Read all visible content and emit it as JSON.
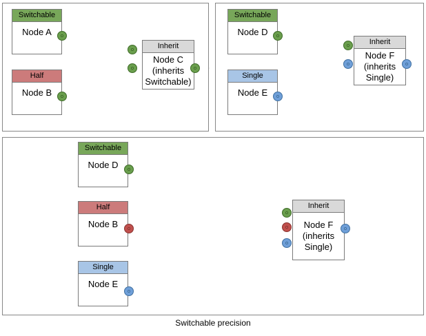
{
  "diagram": {
    "caption": "Switchable precision",
    "colors": {
      "switchable": "#78a75a",
      "half": "#cc7b7b",
      "single": "#a8c5e6",
      "inherit": "#d9d9d9",
      "port_green": "#6a9e4d",
      "port_red": "#c0504d",
      "port_blue": "#6f9fd8",
      "panel_border": "#868686",
      "node_border": "#7a7a7a",
      "edge": "#5a5a5a"
    },
    "panels": [
      {
        "id": "panel-top-left",
        "nodes": [
          {
            "id": "node-a",
            "header": "Switchable",
            "header_type": "switchable",
            "body": "Node A"
          },
          {
            "id": "node-b",
            "header": "Half",
            "header_type": "half",
            "body": "Node B"
          },
          {
            "id": "node-c",
            "header": "Inherit",
            "header_type": "inherit",
            "body": "Node C\n(inherits\nSwitchable)"
          }
        ],
        "edges": [
          {
            "from": "node-a",
            "to": "node-c",
            "port_color": "green"
          },
          {
            "from": "node-b",
            "to": "node-c",
            "port_color": "green"
          }
        ]
      },
      {
        "id": "panel-top-right",
        "nodes": [
          {
            "id": "node-d",
            "header": "Switchable",
            "header_type": "switchable",
            "body": "Node D"
          },
          {
            "id": "node-e",
            "header": "Single",
            "header_type": "single",
            "body": "Node E"
          },
          {
            "id": "node-f",
            "header": "Inherit",
            "header_type": "inherit",
            "body": "Node F\n(inherits\nSingle)"
          }
        ],
        "edges": [
          {
            "from": "node-d",
            "to": "node-f",
            "port_color": "green"
          },
          {
            "from": "node-e",
            "to": "node-f",
            "port_color": "blue"
          }
        ]
      },
      {
        "id": "panel-bottom",
        "nodes": [
          {
            "id": "node-d2",
            "header": "Switchable",
            "header_type": "switchable",
            "body": "Node D"
          },
          {
            "id": "node-b2",
            "header": "Half",
            "header_type": "half",
            "body": "Node B"
          },
          {
            "id": "node-e2",
            "header": "Single",
            "header_type": "single",
            "body": "Node E"
          },
          {
            "id": "node-f2",
            "header": "Inherit",
            "header_type": "inherit",
            "body": "Node F\n(inherits\nSingle)"
          }
        ],
        "edges": [
          {
            "from": "node-d2",
            "to": "node-f2",
            "port_color": "green"
          },
          {
            "from": "node-b2",
            "to": "node-f2",
            "port_color": "red"
          },
          {
            "from": "node-e2",
            "to": "node-f2",
            "port_color": "blue"
          }
        ]
      }
    ],
    "labels": {
      "node_a": "Node A",
      "node_b": "Node B",
      "node_c_line1": "Node C",
      "node_c_line2": "(inherits",
      "node_c_line3": "Switchable)",
      "node_d": "Node D",
      "node_e": "Node E",
      "node_f_line1": "Node F",
      "node_f_line2": "(inherits",
      "node_f_line3": "Single)",
      "switchable": "Switchable",
      "half": "Half",
      "single": "Single",
      "inherit": "Inherit"
    }
  }
}
